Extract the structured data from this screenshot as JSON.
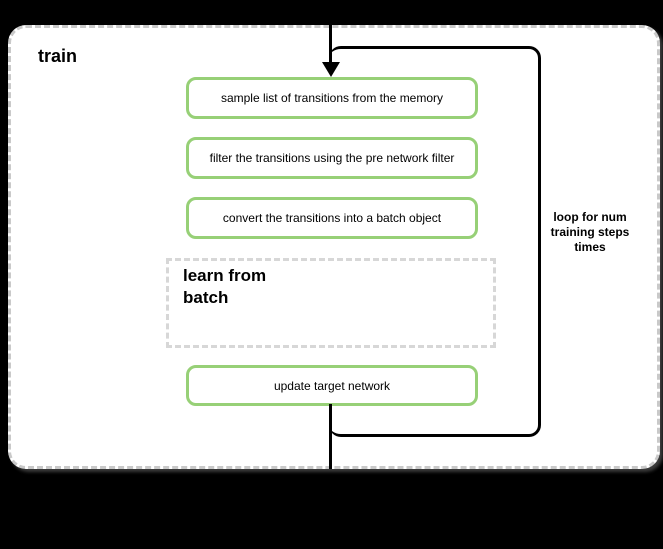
{
  "diagram": {
    "title": "train",
    "loop": {
      "lines": [
        "loop for num",
        "training steps",
        "times"
      ],
      "label": "loop for num training steps times"
    },
    "steps": [
      {
        "label": "sample list of transitions from the memory"
      },
      {
        "label": "filter the transitions using the pre network filter"
      },
      {
        "label": "convert the transitions into a batch object"
      }
    ],
    "learn_block": {
      "label": "learn from batch"
    },
    "final_step": {
      "label": "update target network"
    },
    "colors": {
      "step_border": "#97d077",
      "loop_border": "#000000",
      "container_border": "#c9c9c9",
      "learn_border": "#d7d7d7",
      "background": "#000000",
      "container_fill": "#ffffff"
    }
  }
}
